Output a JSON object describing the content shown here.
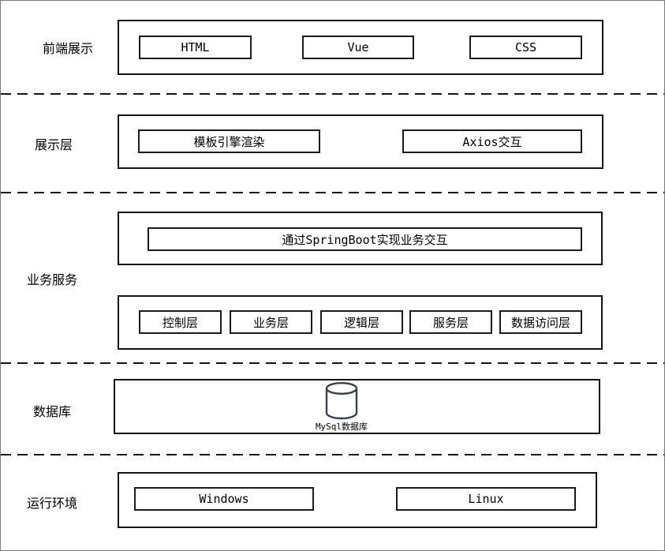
{
  "sections": {
    "frontend": {
      "label": "前端展示",
      "boxes": {
        "html": "HTML",
        "vue": "Vue",
        "css": "CSS"
      }
    },
    "presentation": {
      "label": "展示层",
      "boxes": {
        "template_render": "模板引擎渲染",
        "axios": "Axios交互"
      }
    },
    "business": {
      "label": "业务服务",
      "springboot_banner": "通过SpringBoot实现业务交互",
      "boxes": {
        "control": "控制层",
        "business": "业务层",
        "logic": "逻辑层",
        "service": "服务层",
        "data_access": "数据访问层"
      }
    },
    "database": {
      "label": "数据库",
      "db_name": "MySql数据库"
    },
    "runtime": {
      "label": "运行环境",
      "boxes": {
        "windows": "Windows",
        "linux": "Linux"
      }
    }
  },
  "colors": {
    "line": "#141414",
    "background": "#ffffff",
    "cylinder_stroke": "#3a4149"
  }
}
